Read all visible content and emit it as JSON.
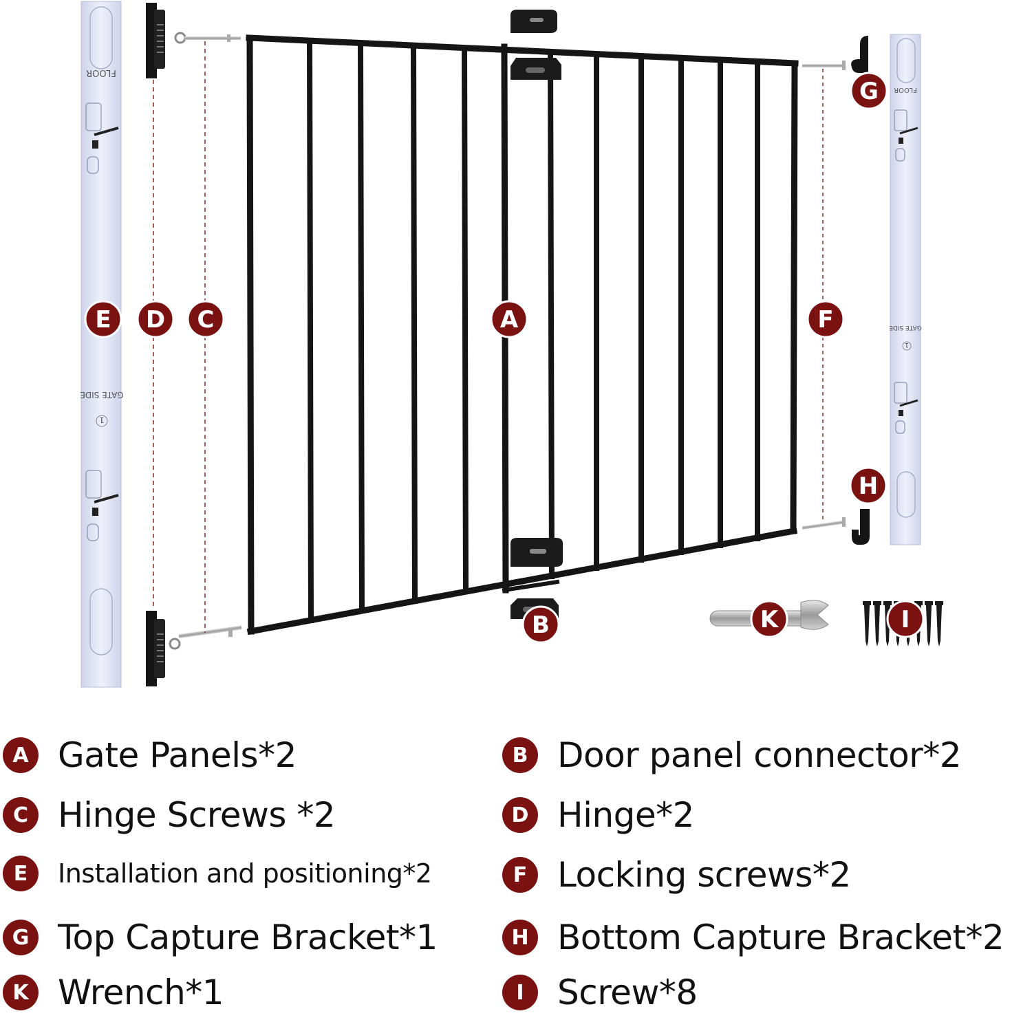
{
  "strip_left": {
    "floor_label": "FLOOR",
    "gate_side_label": "GATE SIDE",
    "number": "1"
  },
  "strip_right": {
    "floor_label": "FLOOR",
    "gate_side_label": "GATE SIDE",
    "number": "1"
  },
  "callouts": {
    "A": "A",
    "B": "B",
    "C": "C",
    "D": "D",
    "E": "E",
    "F": "F",
    "G": "G",
    "H": "H",
    "K": "K",
    "I": "I"
  },
  "legend": [
    {
      "letter": "A",
      "text": "Gate Panels*2"
    },
    {
      "letter": "B",
      "text": "Door panel connector*2"
    },
    {
      "letter": "C",
      "text": "Hinge Screws *2"
    },
    {
      "letter": "D",
      "text": "Hinge*2"
    },
    {
      "letter": "E",
      "text": "Installation and positioning*2"
    },
    {
      "letter": "F",
      "text": "Locking screws*2"
    },
    {
      "letter": "G",
      "text": "Top Capture Bracket*1"
    },
    {
      "letter": "H",
      "text": "Bottom Capture Bracket*2"
    },
    {
      "letter": "K",
      "text": "Wrench*1"
    },
    {
      "letter": "I",
      "text": "Screw*8"
    }
  ],
  "colors": {
    "badge": "#7a1212",
    "gate": "#151515",
    "strip": "#dde0f2",
    "dashed_line": "#8a2a2a"
  }
}
